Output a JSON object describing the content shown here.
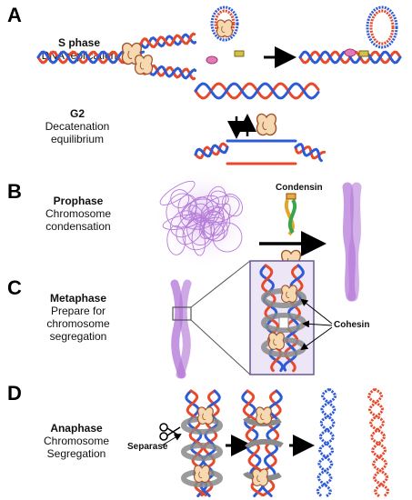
{
  "panels": {
    "a": {
      "letter": "A",
      "s_phase": {
        "title": "S phase",
        "subtitle": "DNA replication"
      },
      "g2": {
        "title": "G2",
        "line1": "Decatenation",
        "line2": "equilibrium"
      }
    },
    "b": {
      "letter": "B",
      "title": "Prophase",
      "line1": "Chromosome",
      "line2": "condensation",
      "condensin_label": "Condensin"
    },
    "c": {
      "letter": "C",
      "title": "Metaphase",
      "line1": "Prepare for",
      "line2": "chromosome",
      "line3": "segregation",
      "cohesin_label": "Cohesin"
    },
    "d": {
      "letter": "D",
      "title": "Anaphase",
      "line1": "Chromosome",
      "line2": "Segregation",
      "separase_label": "Separase"
    }
  },
  "colors": {
    "dna_red": "#e8492b",
    "dna_blue": "#2d5bd6",
    "chromatin": "#b57bd8",
    "cohesin_gray": "#8a8a8a",
    "enzyme_fill": "#f6d9b0",
    "box_fill": "#ece6f7"
  }
}
